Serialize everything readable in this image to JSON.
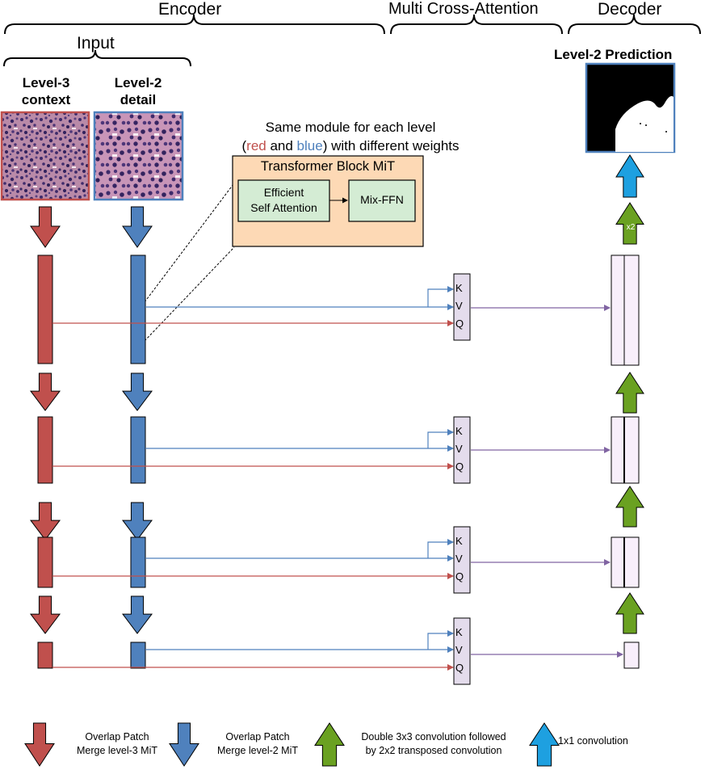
{
  "headers": {
    "encoder": "Encoder",
    "cross_attention": "Multi Cross-Attention",
    "decoder": "Decoder",
    "input": "Input"
  },
  "inputs": {
    "level3_line1": "Level-3",
    "level3_line2": "context",
    "level2_line1": "Level-2",
    "level2_line2": "detail"
  },
  "prediction_label": "Level-2 Prediction",
  "module_note": {
    "line1": "Same module for each level",
    "open": "(",
    "red_word": "red",
    "and": " and ",
    "blue_word": "blue",
    "rest": ") with different weights"
  },
  "transformer": {
    "title": "Transformer Block MiT",
    "esa_line1": "Efficient",
    "esa_line2": "Self Attention",
    "ffn": "Mix-FFN"
  },
  "kvq": {
    "k": "K",
    "v": "V",
    "q": "Q"
  },
  "upsample_label": "x2",
  "legend": {
    "red_line1": "Overlap Patch",
    "red_line2": "Merge level-3 MiT",
    "blue_line1": "Overlap Patch",
    "blue_line2": "Merge level-2 MiT",
    "green_line1": "Double 3x3 convolution followed",
    "green_line2": "by 2x2 transposed convolution",
    "cyan_line1": "1x1 convolution"
  },
  "colors": {
    "red": "#c0504d",
    "blue": "#4f81bd",
    "green": "#6aa121",
    "cyan": "#1ea0e0",
    "purple": "#8064a2",
    "attn_fill": "#e4dcec",
    "dec_fill": "#f8effb",
    "mit_fill": "#fdd9b5",
    "mit_inner_fill": "#d4ecd4"
  }
}
